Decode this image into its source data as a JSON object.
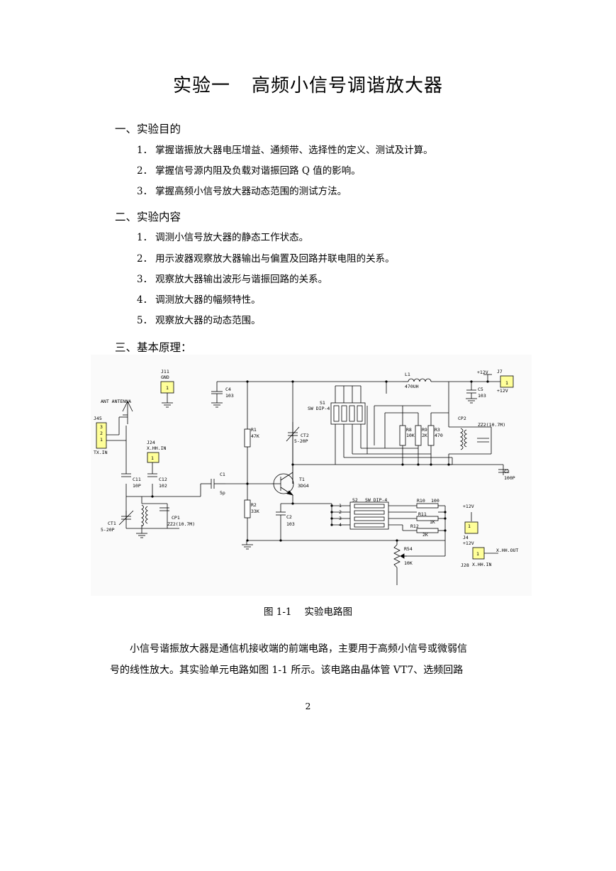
{
  "title": {
    "part1": "实验一",
    "part2": "高频小信号调谐放大器"
  },
  "sections": [
    {
      "heading": "一、实验目的",
      "items": [
        {
          "num": "1．",
          "text": "掌握谐振放大器电压增益、通频带、选择性的定义、测试及计算。"
        },
        {
          "num": "2．",
          "text": "掌握信号源内阻及负载对谐振回路 Q 值的影响。"
        },
        {
          "num": "3．",
          "text": "掌握高频小信号放大器动态范围的测试方法。"
        }
      ]
    },
    {
      "heading": "二、实验内容",
      "items": [
        {
          "num": "1．",
          "text": "调测小信号放大器的静态工作状态。"
        },
        {
          "num": "2．",
          "text": "用示波器观察放大器输出与偏置及回路并联电阻的关系。"
        },
        {
          "num": "3．",
          "text": "观察放大器输出波形与谐振回路的关系。"
        },
        {
          "num": "4．",
          "text": "调测放大器的幅频特性。"
        },
        {
          "num": "5．",
          "text": "观察放大器的动态范围。"
        }
      ]
    },
    {
      "heading": "三、基本原理："
    }
  ],
  "figure": {
    "caption_num": "图 1-1",
    "caption_text": "实验电路图",
    "labels": {
      "j11": "J11",
      "gnd": "GND",
      "j1": "1",
      "c4": "C4",
      "c4v": "103",
      "ant": "ANT ANTENNA",
      "j45": "J45",
      "p3": "3",
      "p2": "2",
      "p1": "1",
      "txin": "TX.IN",
      "j24": "J24",
      "xhin": "X.HH.IN",
      "c11": "C11",
      "c11v": "10P",
      "c12": "C12",
      "c12v": "102",
      "ct1": "CT1",
      "ct1v": "5-20P",
      "cp1": "CP1",
      "cp1v": "ZZ2(10.7M)",
      "r1": "R1",
      "r1v": "47K",
      "r2": "R2",
      "r2v": "33K",
      "c1": "C1",
      "c1v": "5p",
      "ct2": "CT2",
      "ct2v": "5-20P",
      "t1": "T1",
      "t1v": "3DG4",
      "c2": "C2",
      "c2v": "103",
      "s1": "S1",
      "s1v": "SW DIP-4",
      "l1": "L1",
      "l1v": "470UH",
      "p12v": "+12V",
      "j7": "J7",
      "p12v2": "+12V",
      "c5": "C5",
      "c5v": "103",
      "r8": "R8",
      "r8v": "10K",
      "r9": "R9",
      "r9v": "2K",
      "r3": "R3",
      "r3v": "470",
      "cp2": "CP2",
      "cp2v": "ZZ2(10.7M)",
      "c3": "C3",
      "c3v": "100P",
      "s2": "S2",
      "s2v": "SW DIP-4",
      "r10": "R10",
      "r10v": "100",
      "r11": "R11",
      "r11v": "1K",
      "r12": "R12",
      "r12v": "2K",
      "r54": "R54",
      "r54v": "10K",
      "p12v3": "+12V",
      "j4": "J4",
      "p12v4": "+12V",
      "j28": "J28",
      "xhout": "X.HH.OUT",
      "xhin2": "X.HH.IN"
    }
  },
  "paragraph": {
    "line1": "小信号谐振放大器是通信机接收端的前端电路，主要用于高频小信号或微弱信",
    "line2": "号的线性放大。其实验单元电路如图 1-1 所示。该电路由晶体管 VT7、选频回路"
  },
  "page_number": "2"
}
